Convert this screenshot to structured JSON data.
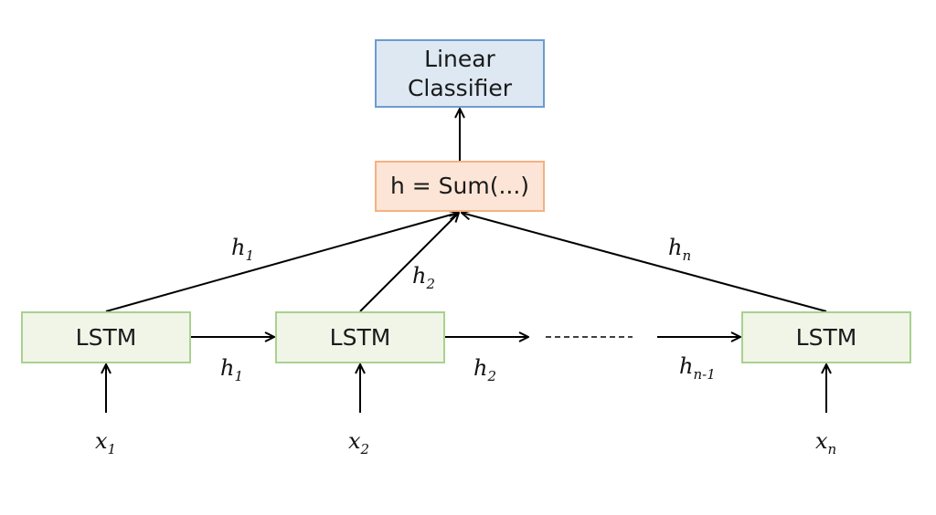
{
  "nodes": {
    "classifier": {
      "line1": "Linear",
      "line2": "Classifier",
      "fill": "#dde8f3",
      "border": "#6c9bd0"
    },
    "sum": {
      "label": "h = Sum(...)",
      "fill": "#fce5d6",
      "border": "#f4b183"
    },
    "lstm_cells": [
      {
        "label": "LSTM"
      },
      {
        "label": "LSTM"
      },
      {
        "label": "LSTM"
      }
    ],
    "lstm_fill": "#f0f5e8",
    "lstm_border": "#a9d18e"
  },
  "labels": {
    "h1_top": {
      "base": "h",
      "sub": "1"
    },
    "h2_mid": {
      "base": "h",
      "sub": "2"
    },
    "hn_top": {
      "base": "h",
      "sub": "n"
    },
    "h1_chain": {
      "base": "h",
      "sub": "1"
    },
    "h2_chain": {
      "base": "h",
      "sub": "2"
    },
    "hn1_chain": {
      "base": "h",
      "sub": "n-1"
    },
    "x1": {
      "base": "x",
      "sub": "1"
    },
    "x2": {
      "base": "x",
      "sub": "2"
    },
    "xn": {
      "base": "x",
      "sub": "n"
    }
  }
}
